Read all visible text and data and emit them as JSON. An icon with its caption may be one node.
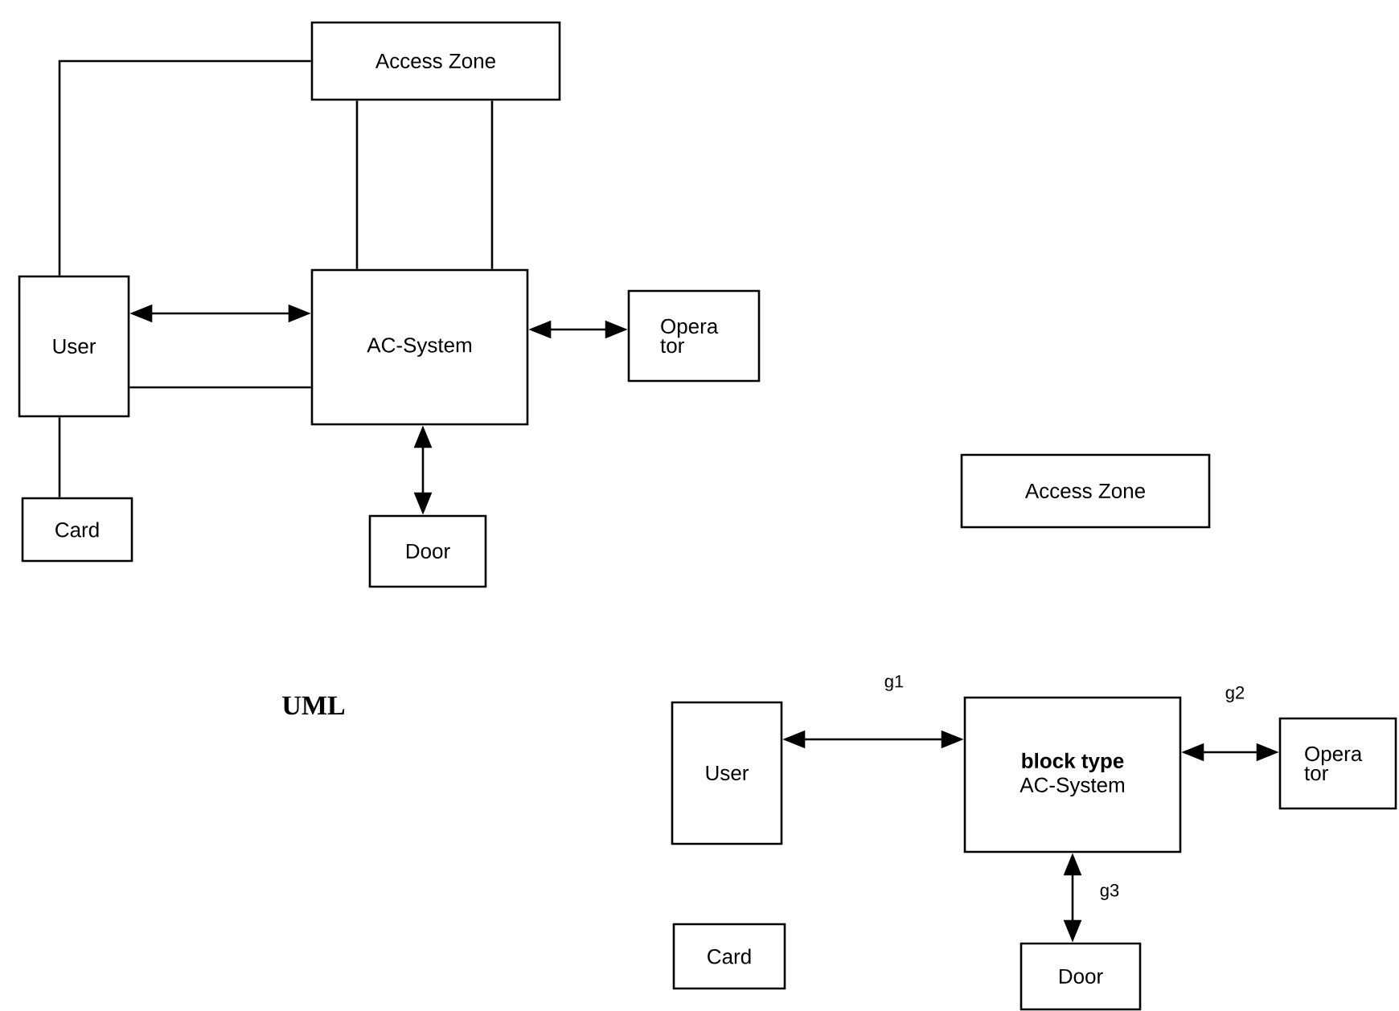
{
  "diagram": {
    "nodes": [
      {
        "text": [
          "Access Zone"
        ]
      },
      {
        "text": [
          "User"
        ]
      },
      {
        "text": [
          "AC-System"
        ]
      },
      {
        "text": [
          "Opera tor"
        ]
      },
      {
        "text": [
          "Card"
        ]
      },
      {
        "text": [
          "Door"
        ]
      },
      {
        "text": [
          "Access Zone"
        ]
      },
      {
        "text": [
          "User"
        ]
      },
      {
        "text": [
          "block type",
          "AC-System"
        ]
      },
      {
        "text": [
          "Opera tor"
        ]
      },
      {
        "text": [
          "Card"
        ]
      },
      {
        "text": [
          "Door"
        ]
      }
    ],
    "edges": [
      {
        "from": 1,
        "to": 0,
        "arrow": "none"
      },
      {
        "from": 1,
        "to": 2,
        "arrow": "both"
      },
      {
        "from": 1,
        "to": 2,
        "arrow": "none"
      },
      {
        "from": 0,
        "to": 2,
        "arrow": "none"
      },
      {
        "from": 0,
        "to": 2,
        "arrow": "none"
      },
      {
        "from": 2,
        "to": 3,
        "arrow": "both"
      },
      {
        "from": 2,
        "to": 5,
        "arrow": "both"
      },
      {
        "from": 1,
        "to": 4,
        "arrow": "none"
      },
      {
        "from": 7,
        "to": 8,
        "arrow": "both",
        "label": "g1"
      },
      {
        "from": 8,
        "to": 9,
        "arrow": "both",
        "label": "g2"
      },
      {
        "from": 8,
        "to": 11,
        "arrow": "both",
        "label": "g3"
      }
    ],
    "labels": [
      "UML"
    ]
  }
}
